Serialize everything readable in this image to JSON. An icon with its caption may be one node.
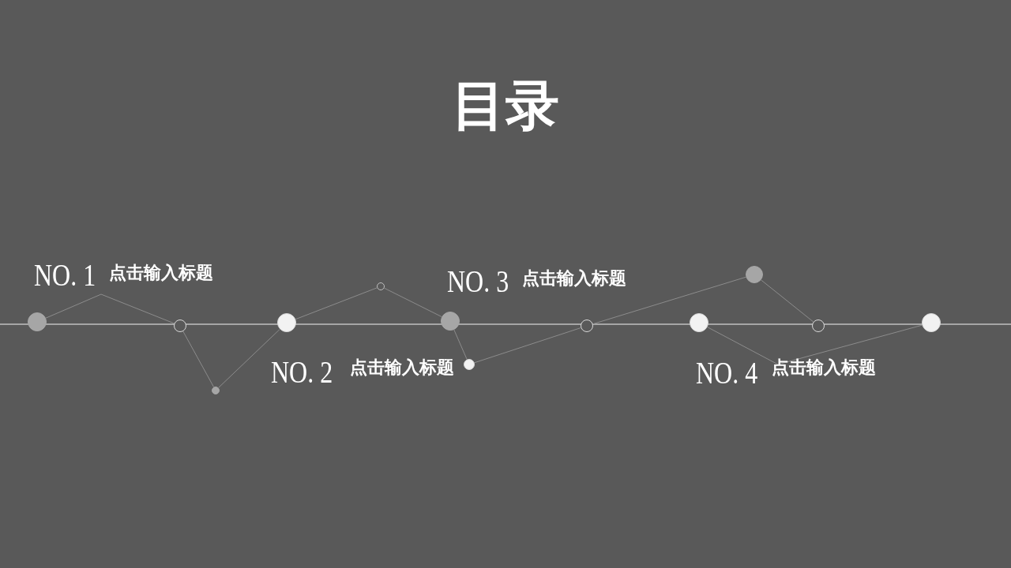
{
  "diagram": {
    "title": "目录",
    "nodes": [
      {
        "text": [],
        "shape": "circle"
      },
      {
        "text": [],
        "shape": "circle"
      },
      {
        "text": [],
        "shape": "circle"
      },
      {
        "text": [],
        "shape": "circle"
      },
      {
        "text": [],
        "shape": "circle"
      },
      {
        "text": [],
        "shape": "circle"
      },
      {
        "text": [],
        "shape": "circle"
      },
      {
        "text": [],
        "shape": "circle"
      },
      {
        "text": [],
        "shape": "circle"
      },
      {
        "text": [],
        "shape": "circle"
      },
      {
        "text": [],
        "shape": "circle"
      },
      {
        "text": [],
        "shape": "circle"
      }
    ],
    "edges": [
      {
        "from": 0,
        "to": 1,
        "arrow": "none"
      },
      {
        "from": 1,
        "to": 2,
        "arrow": "none"
      },
      {
        "from": 2,
        "to": 3,
        "arrow": "none"
      },
      {
        "from": 3,
        "to": 4,
        "arrow": "none"
      },
      {
        "from": 4,
        "to": 5,
        "arrow": "none"
      },
      {
        "from": 5,
        "to": 6,
        "arrow": "none"
      },
      {
        "from": 6,
        "to": 7,
        "arrow": "none"
      },
      {
        "from": 7,
        "to": 9,
        "arrow": "none"
      },
      {
        "from": 9,
        "to": 10,
        "arrow": "none"
      },
      {
        "from": 8,
        "to": 11,
        "arrow": "none"
      }
    ],
    "labels": [
      "NO. 1",
      "点击输入标题",
      "NO. 3",
      "点击输入标题",
      "NO. 2",
      "点击输入标题",
      "NO. 4",
      "点击输入标题"
    ]
  }
}
